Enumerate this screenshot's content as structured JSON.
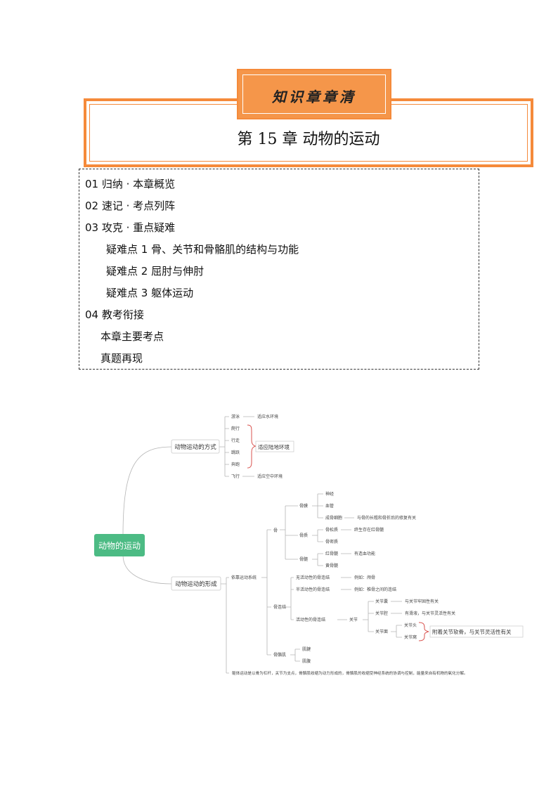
{
  "header": {
    "banner": "知识章章清",
    "title": "第 15 章  动物的运动"
  },
  "toc": [
    {
      "label": "01  归纳 · 本章概览",
      "level": 0
    },
    {
      "label": "02  速记 · 考点列阵",
      "level": 0
    },
    {
      "label": "03  攻克 · 重点疑难",
      "level": 0
    },
    {
      "label": "疑难点 1  骨、关节和骨骼肌的结构与功能",
      "level": 2
    },
    {
      "label": "疑难点 2  屈肘与伸肘",
      "level": 2
    },
    {
      "label": "疑难点 3  躯体运动",
      "level": 2
    },
    {
      "label": "04  教考衔接",
      "level": 0
    },
    {
      "label": "本章主要考点",
      "level": 1
    },
    {
      "label": "真题再现",
      "level": 1
    }
  ],
  "mindmap": {
    "root": "动物的运动",
    "branch1": {
      "label": "动物运动的方式",
      "swim": "游泳",
      "swim_note": "适应水环境",
      "land": [
        "爬行",
        "行走",
        "跳跃",
        "奔跑"
      ],
      "land_note": "适应陆地环境",
      "fly": "飞行",
      "fly_note": "适应空中环境"
    },
    "branch2": {
      "label": "动物运动的形成",
      "system": "依靠运动系统",
      "bone": "骨",
      "periosteum": "骨膜",
      "periosteum_items": [
        "神经",
        "血管",
        "成骨细胞"
      ],
      "osteoblast_note": "与骨的长粗和骨折后的修复有关",
      "substance": "骨质",
      "spongy": "骨松质",
      "spongy_note": "终生存在红骨髓",
      "compact": "骨密质",
      "marrow": "骨髓",
      "red_marrow": "红骨髓",
      "red_marrow_note": "有造血功能",
      "yellow_marrow": "黄骨髓",
      "joint_conn": "骨连结",
      "immovable": "无活动性的骨连结",
      "immovable_note": "例如：颅骨",
      "semi": "半活动性的骨连结",
      "semi_note": "例如：椎骨之间的连结",
      "movable": "活动性的骨连结",
      "joint": "关节",
      "capsule": "关节囊",
      "capsule_note": "与关节牢固性有关",
      "cavity": "关节腔",
      "cavity_note": "有滑液，与关节灵活性有关",
      "surface": "关节面",
      "head": "关节头",
      "socket": "关节窝",
      "surface_note": "附着关节软骨，与关节灵活性有关",
      "muscle": "骨骼肌",
      "tendon": "肌腱",
      "belly": "肌腹",
      "summary": "躯体运动是以骨为杠杆，关节为支点，骨骼肌收缩为动力形成的，骨骼肌的收缩受神经系统的协调与控制，能量来自有机物的氧化分解。"
    }
  },
  "colors": {
    "orange": "#f58a3a",
    "banner_fill": "#f5964a",
    "root_fill": "#4cbb84",
    "line": "#b5b5b5",
    "brace": "#d9534f"
  }
}
